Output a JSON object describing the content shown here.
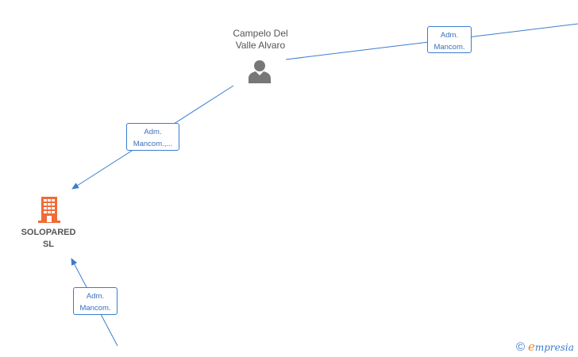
{
  "nodes": {
    "person": {
      "name_line1": "Campelo Del",
      "name_line2": "Valle Alvaro",
      "icon": "person-icon"
    },
    "company": {
      "name_line1": "SOLOPARED",
      "name_line2": "SL",
      "icon": "building-icon"
    }
  },
  "edges": [
    {
      "label_line1": "Adm.",
      "label_line2": "Mancom."
    },
    {
      "label_line1": "Adm.",
      "label_line2": "Mancom.,..."
    },
    {
      "label_line1": "Adm.",
      "label_line2": "Mancom."
    }
  ],
  "colors": {
    "edge": "#3a7dce",
    "company_icon": "#f26a35",
    "person_icon": "#777777",
    "brand_e": "#f08a24"
  },
  "branding": {
    "copyright": "©",
    "initial": "e",
    "rest": "mpresia"
  }
}
